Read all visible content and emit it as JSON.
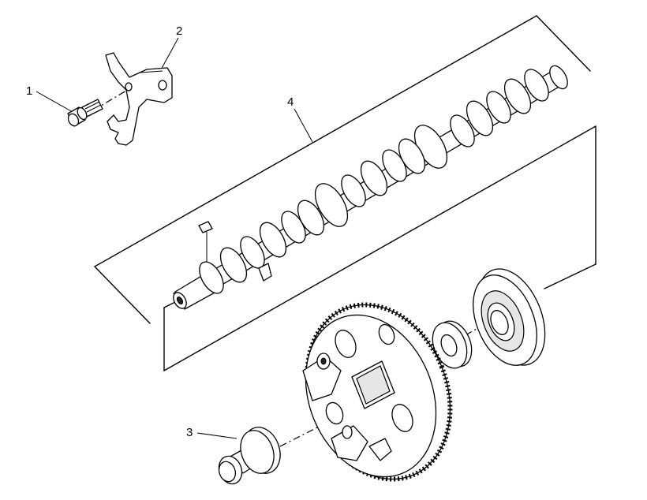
{
  "callouts": {
    "c1": "1",
    "c2": "2",
    "c3": "3",
    "c4": "4"
  },
  "parts": [
    {
      "callout": "1",
      "icon": "bolt-icon"
    },
    {
      "callout": "2",
      "icon": "thrust-plate-icon"
    },
    {
      "callout": "3",
      "icon": "thrust-button-icon"
    },
    {
      "callout": "4",
      "icon": "camshaft-icon"
    }
  ]
}
